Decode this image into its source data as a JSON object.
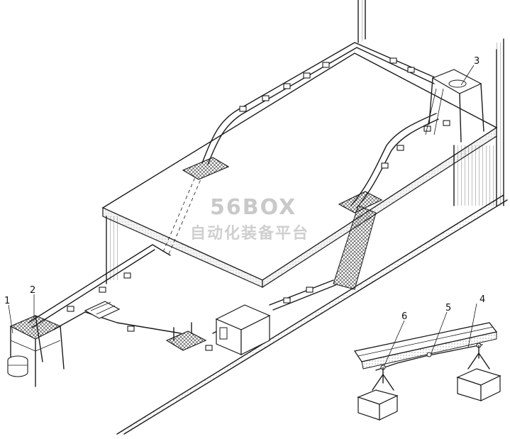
{
  "labels": {
    "n1": "1",
    "n2": "2",
    "n3": "3",
    "n4": "4",
    "n5": "5",
    "n6": "6"
  },
  "watermark": {
    "line1": "56BOX",
    "line2": "自动化装备平台"
  },
  "colors": {
    "ink": "#1a1a1a",
    "watermark": "#c9c9c9"
  }
}
